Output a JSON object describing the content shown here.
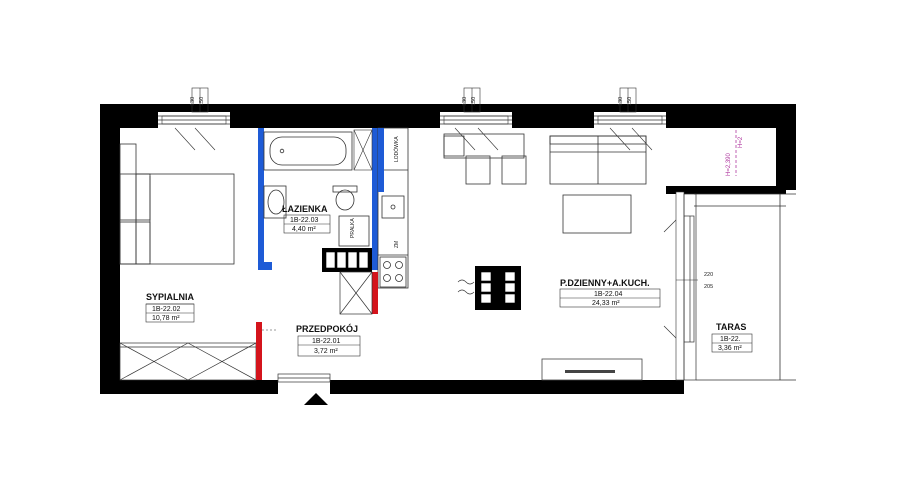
{
  "rooms": {
    "sypialnia": {
      "name": "SYPIALNIA",
      "code": "1B-22.02",
      "area": "10,78 m²"
    },
    "lazienka": {
      "name": "ŁAZIENKA",
      "code": "1B-22.03",
      "area": "4,40 m²"
    },
    "przedpokoj": {
      "name": "PRZEDPOKÓJ",
      "code": "1B-22.01",
      "area": "3,72 m²"
    },
    "dzienny": {
      "name": "P.DZIENNY+A.KUCH.",
      "code": "1B-22.04",
      "area": "24,33 m²"
    },
    "taras": {
      "name": "TARAS",
      "code": "1B-22.",
      "area": "3,36 m²"
    }
  },
  "fixtures": {
    "lodowka": "LODÓWKA",
    "pralka": "PRALKA",
    "zm": "ZM"
  },
  "window_dims": {
    "w1": [
      "130",
      "150"
    ],
    "w2": [
      "130",
      "150"
    ],
    "w3": [
      "130",
      "150"
    ]
  },
  "door_dims": [
    "220",
    "205"
  ],
  "height_mark": "H=2,390",
  "height_mark_short": "H=2",
  "colors": {
    "wall": "#000000",
    "bathroom_wall": "#1e5bd6",
    "partition_red": "#d4141c",
    "annotation": "#b03aa0"
  }
}
